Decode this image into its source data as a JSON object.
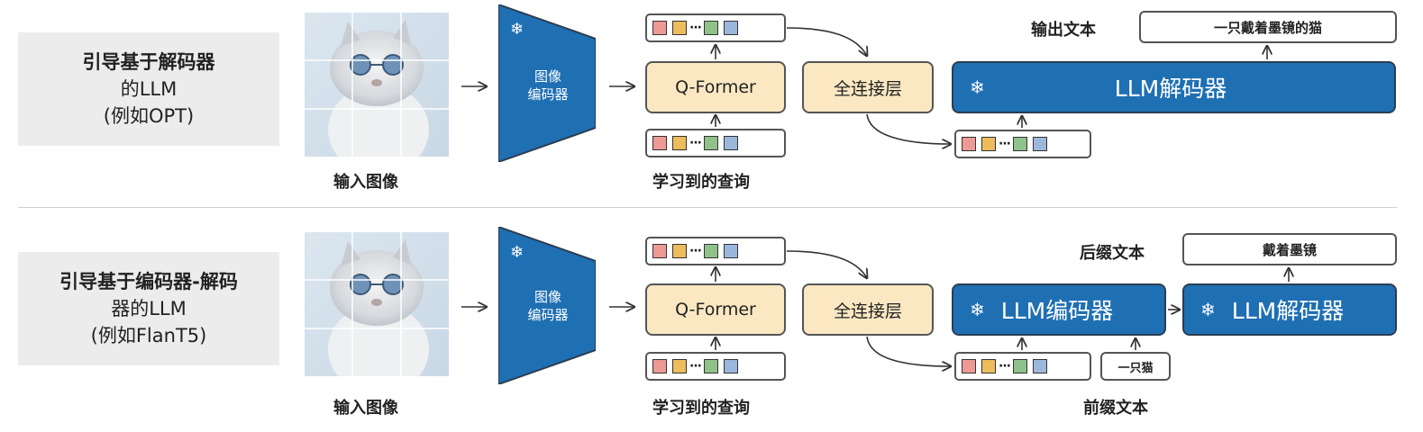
{
  "top": {
    "label_lines": [
      "引导基于解码器",
      "的LLM",
      "(例如OPT)"
    ],
    "input_caption": "输入图像",
    "encoder_lines": [
      "图像",
      "编码器"
    ],
    "qformer": "Q-Former",
    "queries_caption": "学习到的查询",
    "fc": "全连接层",
    "llm_decoder": "LLM解码器",
    "output_caption": "输出文本",
    "output_text": "一只戴着墨镜的猫"
  },
  "bottom": {
    "label_lines": [
      "引导基于编码器-解码",
      "器的LLM",
      "(例如FlanT5)"
    ],
    "input_caption": "输入图像",
    "encoder_lines": [
      "图像",
      "编码器"
    ],
    "qformer": "Q-Former",
    "queries_caption": "学习到的查询",
    "fc": "全连接层",
    "llm_encoder": "LLM编码器",
    "llm_decoder": "LLM解码器",
    "suffix_caption": "后缀文本",
    "suffix_text": "戴着墨镜",
    "prefix_caption": "前缀文本",
    "prefix_text": "一只猫"
  },
  "icons": {
    "frozen": "snowflake-icon",
    "arrow": "arrow-icon"
  },
  "colors": {
    "encoder": "#1f6fb3",
    "llm": "#1f6fb3",
    "qformer": "#fbe8c2",
    "label_bg": "#ececec",
    "token_red": "#ee9a94",
    "token_yellow": "#edbc5d",
    "token_green": "#8fc28a",
    "token_blue": "#9cb7dc"
  }
}
